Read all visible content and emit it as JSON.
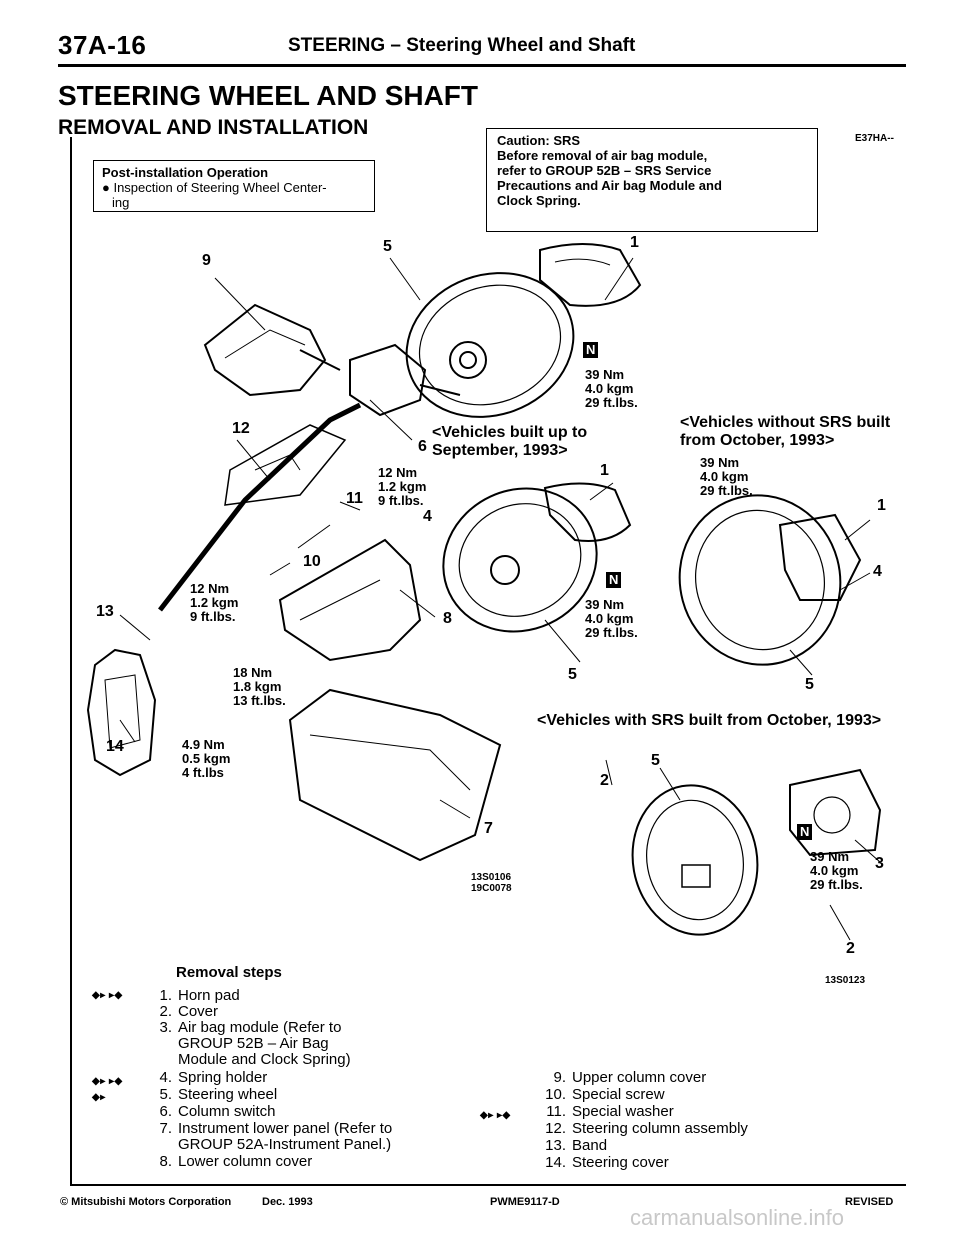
{
  "header": {
    "section": "37A-16",
    "title": "STEERING – Steering Wheel and Shaft"
  },
  "main_title": "STEERING WHEEL AND SHAFT",
  "sub_title": "REMOVAL AND INSTALLATION",
  "ref_code": "E37HA--",
  "post_box": {
    "heading": "Post-installation Operation",
    "item": "● Inspection of Steering Wheel Center-",
    "item_cont": "ing"
  },
  "caution_box": {
    "line1": "Caution: SRS",
    "line2": "Before removal of air bag module,",
    "line3": "refer to GROUP 52B – SRS Service",
    "line4": "Precautions and Air bag Module and",
    "line5": "Clock Spring."
  },
  "torque": {
    "t39_a": "39 Nm",
    "t39_b": "4.0 kgm",
    "t39_c": "29 ft.lbs.",
    "t12_a": "12 Nm",
    "t12_b": "1.2 kgm",
    "t12_c": "9 ft.lbs.",
    "t18_a": "18 Nm",
    "t18_b": "1.8 kgm",
    "t18_c": "13 ft.lbs.",
    "t49_a": "4.9 Nm",
    "t49_b": "0.5 kgm",
    "t49_c": "4 ft.lbs"
  },
  "captions": {
    "upto_a": "<Vehicles built up to",
    "upto_b": "September, 1993>",
    "without_a": "<Vehicles without SRS built",
    "without_b": "from October, 1993>",
    "with_srs": "<Vehicles with SRS built from October, 1993>"
  },
  "callouts": {
    "n1": "1",
    "n2": "2",
    "n3": "3",
    "n4": "4",
    "n5": "5",
    "n6": "6",
    "n7": "7",
    "n8": "8",
    "n9": "9",
    "n10": "10",
    "n11": "11",
    "n12": "12",
    "n13": "13",
    "n14": "14",
    "nut": "N"
  },
  "fig_codes": {
    "a1": "13S0106",
    "a2": "19C0078",
    "b": "13S0123"
  },
  "removal": {
    "heading": "Removal steps",
    "marks": "◆▸ ▸◆",
    "mark_single": "◆▸",
    "steps": [
      {
        "n": "1.",
        "text": "Horn pad"
      },
      {
        "n": "2.",
        "text": "Cover"
      },
      {
        "n": "3.",
        "text": "Air bag module (Refer to",
        "cont1": "GROUP 52B – Air Bag",
        "cont2": "Module and Clock Spring)"
      },
      {
        "n": "4.",
        "text": "Spring holder"
      },
      {
        "n": "5.",
        "text": "Steering wheel"
      },
      {
        "n": "6.",
        "text": "Column switch"
      },
      {
        "n": "7.",
        "text": "Instrument lower panel (Refer to",
        "cont1": "GROUP 52A-Instrument Panel.)"
      },
      {
        "n": "8.",
        "text": "Lower column cover"
      },
      {
        "n": "9.",
        "text": "Upper column cover"
      },
      {
        "n": "10.",
        "text": "Special screw"
      },
      {
        "n": "11.",
        "text": "Special washer"
      },
      {
        "n": "12.",
        "text": "Steering column assembly"
      },
      {
        "n": "13.",
        "text": "Band"
      },
      {
        "n": "14.",
        "text": "Steering cover"
      }
    ]
  },
  "footer": {
    "copyright": "© Mitsubishi Motors Corporation",
    "date": "Dec. 1993",
    "pub": "PWME9117-D",
    "status": "REVISED"
  },
  "watermark": "carmanualsonline.info"
}
